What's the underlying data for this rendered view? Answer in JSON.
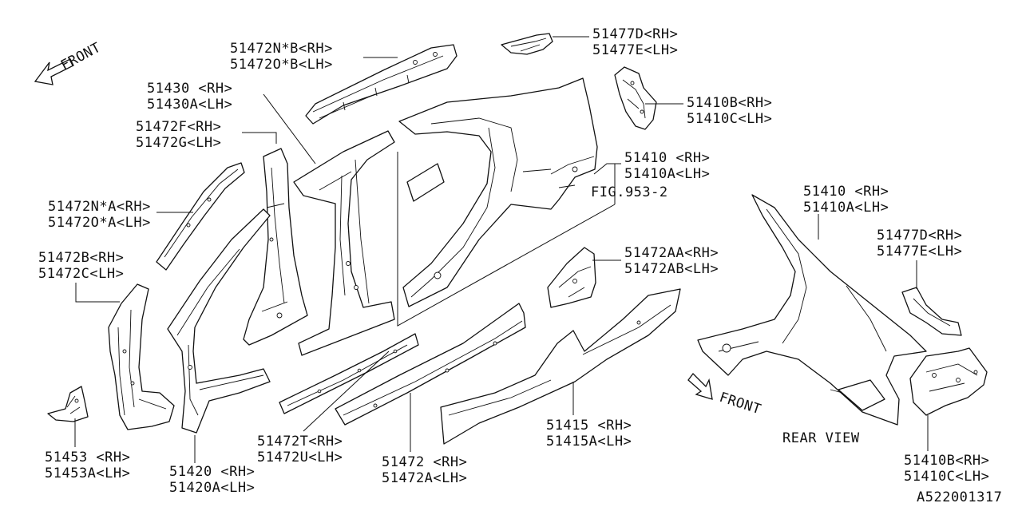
{
  "labels": {
    "front_top": "FRONT",
    "front_rear": "FRONT",
    "rear_view": "REAR VIEW",
    "fig_ref": "FIG.953-2",
    "drawing_id": "A522001317",
    "p51472nb_rh": "51472N*B<RH>",
    "p51472ob_lh": "51472O*B<LH>",
    "p51477d_rh_top": "51477D<RH>",
    "p51477e_lh_top": "51477E<LH>",
    "p51430_rh": "51430 <RH>",
    "p51430a_lh": "51430A<LH>",
    "p51410b_rh_top": "51410B<RH>",
    "p51410c_lh_top": "51410C<LH>",
    "p51472f_rh": "51472F<RH>",
    "p51472g_lh": "51472G<LH>",
    "p51410_rh_top": "51410 <RH>",
    "p51410a_lh_top": "51410A<LH>",
    "p51472na_rh": "51472N*A<RH>",
    "p51472oa_lh": "51472O*A<LH>",
    "p51410_rh_rear": "51410 <RH>",
    "p51410a_lh_rear": "51410A<LH>",
    "p51477d_rh_rear": "51477D<RH>",
    "p51477e_lh_rear": "51477E<LH>",
    "p51472b_rh": "51472B<RH>",
    "p51472c_lh": "51472C<LH>",
    "p51472aa_rh": "51472AA<RH>",
    "p51472ab_lh": "51472AB<LH>",
    "p51415_rh": "51415 <RH>",
    "p51415a_lh": "51415A<LH>",
    "p51472t_rh": "51472T<RH>",
    "p51472u_lh": "51472U<LH>",
    "p51453_rh": "51453 <RH>",
    "p51453a_lh": "51453A<LH>",
    "p51420_rh": "51420 <RH>",
    "p51420a_lh": "51420A<LH>",
    "p51472_rh": "51472 <RH>",
    "p51472a_lh": "51472A<LH>",
    "p51410b_rh_bottom": "51410B<RH>",
    "p51410c_lh_bottom": "51410C<LH>"
  }
}
